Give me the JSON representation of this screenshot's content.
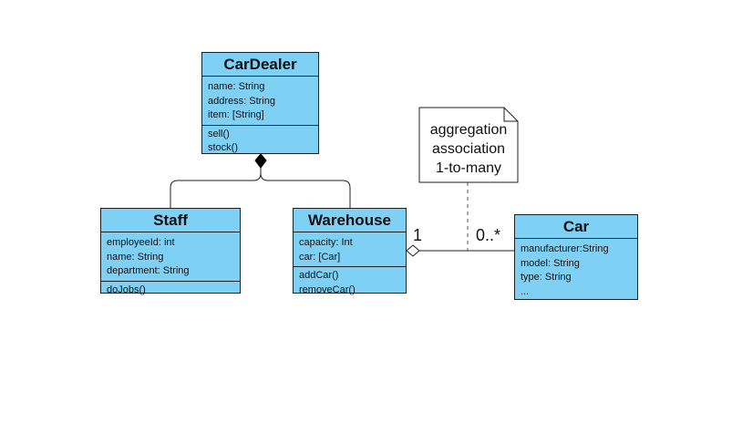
{
  "classes": {
    "cardealer": {
      "name": "CarDealer",
      "attributes": [
        "name: String",
        "address: String",
        "item: [String]"
      ],
      "operations": [
        "sell()",
        "stock()"
      ]
    },
    "staff": {
      "name": "Staff",
      "attributes": [
        "employeeId: int",
        "name: String",
        "department: String"
      ],
      "operations": [
        "doJobs()"
      ]
    },
    "warehouse": {
      "name": "Warehouse",
      "attributes": [
        "capacity: Int",
        "car: [Car]"
      ],
      "operations": [
        "addCar()",
        "removeCar()"
      ]
    },
    "car": {
      "name": "Car",
      "attributes": [
        "manufacturer:String",
        "model: String",
        "type: String",
        "..."
      ],
      "operations": []
    }
  },
  "note": {
    "lines": [
      "aggregation",
      "association",
      "1-to-many"
    ]
  },
  "multiplicities": {
    "warehouse_end": "1",
    "car_end": "0..*"
  },
  "colors": {
    "class_fill": "#7fd0f5",
    "border": "#1f1f1f"
  }
}
